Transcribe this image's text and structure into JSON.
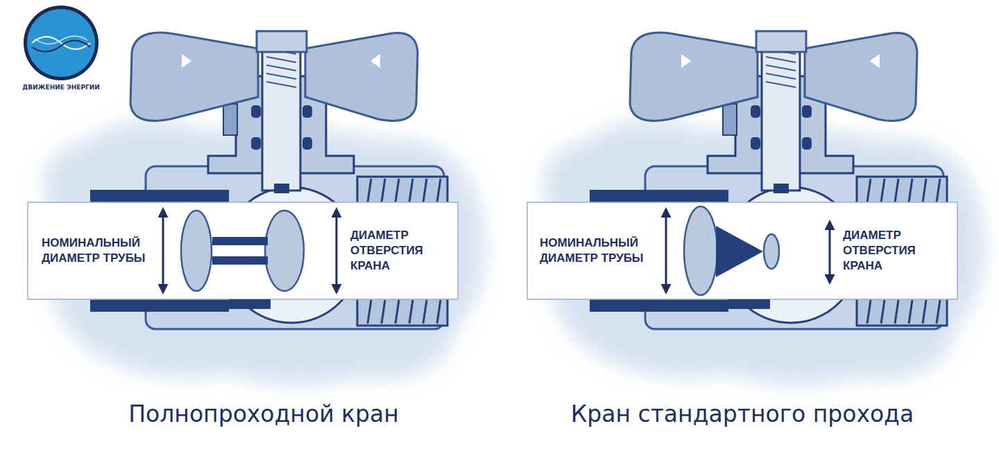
{
  "diagram": {
    "nodes": [
      {
        "text": [
          "НОМИНАЛЬНЫЙ ДИАМЕТР ТРУБЫ",
          "ДИАМЕТР ОТВЕРСТИЯ КРАНА"
        ]
      },
      {
        "text": [
          "НОМИНАЛЬНЫЙ ДИАМЕТР ТРУБЫ",
          "ДИАМЕТР ОТВЕРСТИЯ КРАНА"
        ]
      }
    ],
    "labels": [
      "ДВИЖЕНИЕ ЭНЕРГИИ",
      "Полнопроходной кран",
      "Кран стандартного прохода"
    ]
  }
}
